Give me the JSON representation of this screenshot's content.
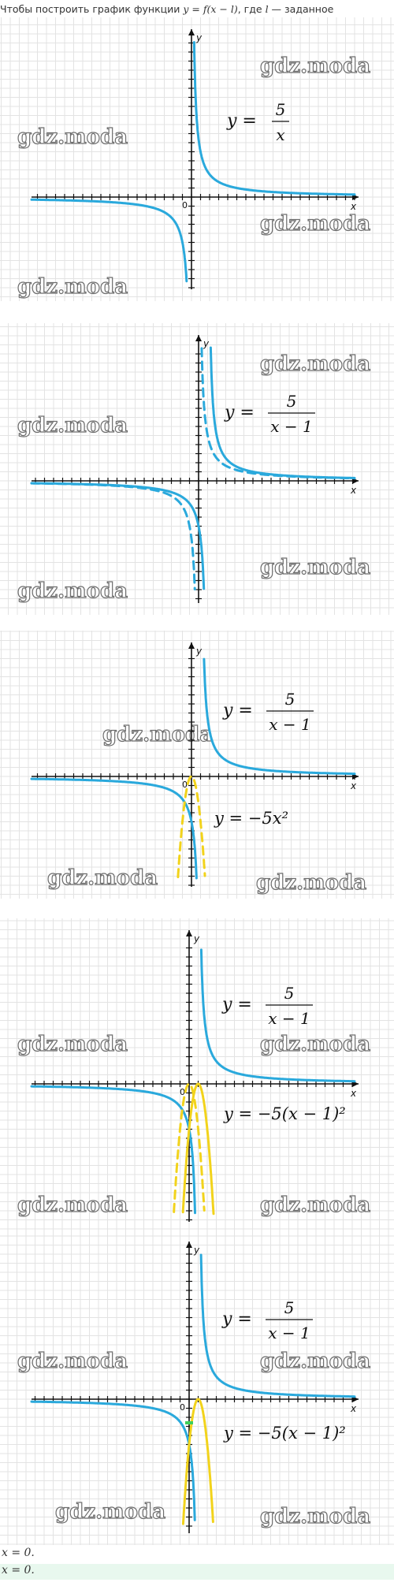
{
  "header": {
    "text_before": "Чтобы построить график функции ",
    "formula": "y = f(x − l)",
    "text_mid": ", где ",
    "var": "l",
    "text_after": " — заданное"
  },
  "watermark": "gdz.moda",
  "colors": {
    "curve_blue": "#2aa9dc",
    "curve_yellow": "#f2d31b",
    "highlight_green": "#3fcf5a",
    "grid": "#e3e3e3",
    "axis": "#111111",
    "bottom_highlight_bg": "#e8f8ee"
  },
  "footer": {
    "line1": "x = 0.",
    "line2": "x = 0."
  },
  "chart_data": [
    {
      "type": "line",
      "xlabel": "x",
      "ylabel": "y",
      "origin_label": "0",
      "grid": true,
      "equations": [
        {
          "left": "y =",
          "numerator": "5",
          "denominator": "x"
        }
      ],
      "series": [
        {
          "formula": "5/x",
          "style": "solid",
          "color": "blue"
        }
      ]
    },
    {
      "type": "line",
      "xlabel": "x",
      "ylabel": "y",
      "origin_label": "",
      "grid": true,
      "equations": [
        {
          "left": "y =",
          "numerator": "5",
          "denominator": "x − 1"
        }
      ],
      "series": [
        {
          "formula": "5/(x-1)",
          "style": "solid",
          "color": "blue"
        },
        {
          "formula": "5/x",
          "style": "dashed",
          "color": "blue"
        }
      ]
    },
    {
      "type": "line",
      "xlabel": "x",
      "ylabel": "y",
      "origin_label": "0",
      "grid": true,
      "equations": [
        {
          "left": "y =",
          "numerator": "5",
          "denominator": "x − 1"
        },
        {
          "text": "y = −5x²"
        }
      ],
      "series": [
        {
          "formula": "5/(x-1)",
          "style": "solid",
          "color": "blue"
        },
        {
          "formula": "-5x^2",
          "style": "dashed",
          "color": "yellow"
        }
      ]
    },
    {
      "type": "line",
      "xlabel": "x",
      "ylabel": "y",
      "origin_label": "0",
      "grid": true,
      "equations": [
        {
          "left": "y =",
          "numerator": "5",
          "denominator": "x − 1"
        },
        {
          "text": "y = −5(x − 1)²"
        }
      ],
      "series": [
        {
          "formula": "5/(x-1)",
          "style": "solid",
          "color": "blue"
        },
        {
          "formula": "-5(x-1)^2",
          "style": "solid",
          "color": "yellow"
        },
        {
          "formula": "-5x^2",
          "style": "dashed",
          "color": "yellow"
        }
      ]
    },
    {
      "type": "line",
      "xlabel": "x",
      "ylabel": "y",
      "origin_label": "0",
      "grid": true,
      "equations": [
        {
          "left": "y =",
          "numerator": "5",
          "denominator": "x − 1"
        },
        {
          "text": "y = −5(x − 1)²"
        }
      ],
      "series": [
        {
          "formula": "5/(x-1)",
          "style": "solid",
          "color": "blue"
        },
        {
          "formula": "-5(x-1)^2",
          "style": "solid",
          "color": "yellow"
        }
      ],
      "intersection_marker": {
        "x": 0,
        "color": "green"
      }
    }
  ]
}
